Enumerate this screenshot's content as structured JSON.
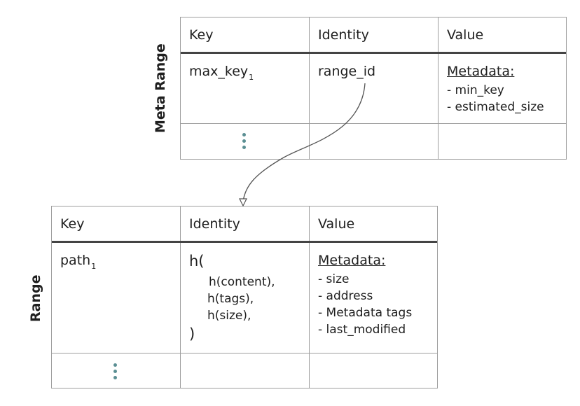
{
  "meta_range": {
    "label": "Meta Range",
    "headers": {
      "key": "Key",
      "identity": "Identity",
      "value": "Value"
    },
    "row1": {
      "key": "max_key",
      "key_sub": "1",
      "identity": "range_id",
      "value_title": "Metadata:",
      "value_items": [
        "- min_key",
        "- estimated_size"
      ]
    }
  },
  "range": {
    "label": "Range",
    "headers": {
      "key": "Key",
      "identity": "Identity",
      "value": "Value"
    },
    "row1": {
      "key": "path",
      "key_sub": "1",
      "identity_open": "h(",
      "identity_items": [
        "h(content),",
        "h(tags),",
        "h(size),"
      ],
      "identity_close": ")",
      "value_title": "Metadata:",
      "value_items": [
        "- size",
        "- address",
        "- Metadata tags",
        "- last_modified"
      ]
    }
  },
  "colors": {
    "border": "#9e9e9e",
    "header_rule": "#444444",
    "dots": "#5b8f93",
    "arrow": "#555555"
  }
}
